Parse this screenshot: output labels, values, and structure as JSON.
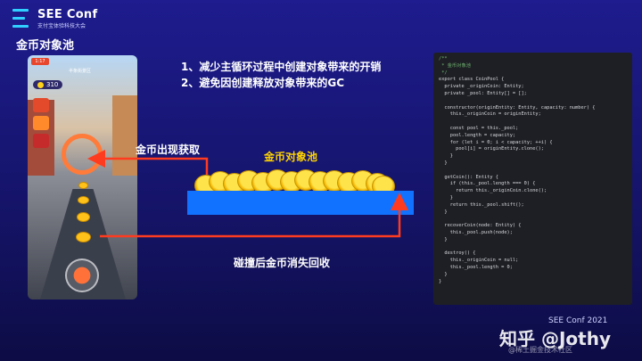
{
  "logo": {
    "name": "SEE Conf",
    "subtitle": "支付宝体验科技大会"
  },
  "slide_title": "金币对象池",
  "points": [
    "1、减少主循环过程中创建对象带来的开销",
    "2、避免因创建释放对象带来的GC"
  ],
  "labels": {
    "get": "金币出现获取",
    "pool": "金币对象池",
    "recycle": "碰撞后金币消失回收"
  },
  "game": {
    "time": "1:17",
    "score": "310",
    "heading": "半条街景区"
  },
  "code_lines": [
    "/**",
    " * 金币对象池",
    " */",
    "export class CoinPool {",
    "  private _originCoin: Entity;",
    "  private _pool: Entity[] = [];",
    "",
    "  constructor(originEntity: Entity, capacity: number) {",
    "    this._originCoin = originEntity;",
    "",
    "    const pool = this._pool;",
    "    pool.length = capacity;",
    "    for (let i = 0; i < capacity; ++i) {",
    "      pool[i] = originEntity.clone();",
    "    }",
    "  }",
    "",
    "  getCoin(): Entity {",
    "    if (this._pool.length === 0) {",
    "      return this._originCoin.clone();",
    "    }",
    "    return this._pool.shift();",
    "  }",
    "",
    "  recoverCoin(node: Entity) {",
    "    this._pool.push(node);",
    "  }",
    "",
    "  destroy() {",
    "    this._originCoin = null;",
    "    this._pool.length = 0;",
    "  }",
    "}"
  ],
  "footer": "SEE Conf 2021",
  "watermark": "知乎 @Jothy",
  "watermark_sub": "@稀土掘金技术社区",
  "colors": {
    "accent": "#2fd0ff",
    "arrow": "#ff3b1f",
    "pool_label": "#ffd400",
    "pool_base": "#1172ff",
    "coin": "#ffc21a"
  }
}
